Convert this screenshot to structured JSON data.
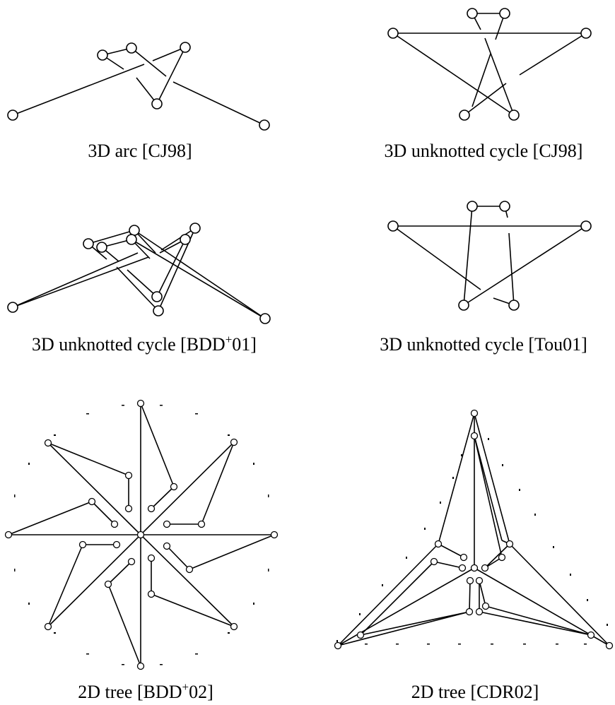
{
  "captions": {
    "arc3d": "3D arc [CJ98]",
    "cycle_cj98": "3D unknotted cycle [CJ98]",
    "cycle_bdd_pre": "3D unknotted cycle [BDD",
    "cycle_bdd_sup": "+",
    "cycle_bdd_post": "01]",
    "cycle_tou01": "3D unknotted cycle [Tou01]",
    "tree_bdd_pre": "2D tree [BDD",
    "tree_bdd_sup": "+",
    "tree_bdd_post": "02]",
    "tree_cdr02": "2D tree [CDR02]"
  }
}
